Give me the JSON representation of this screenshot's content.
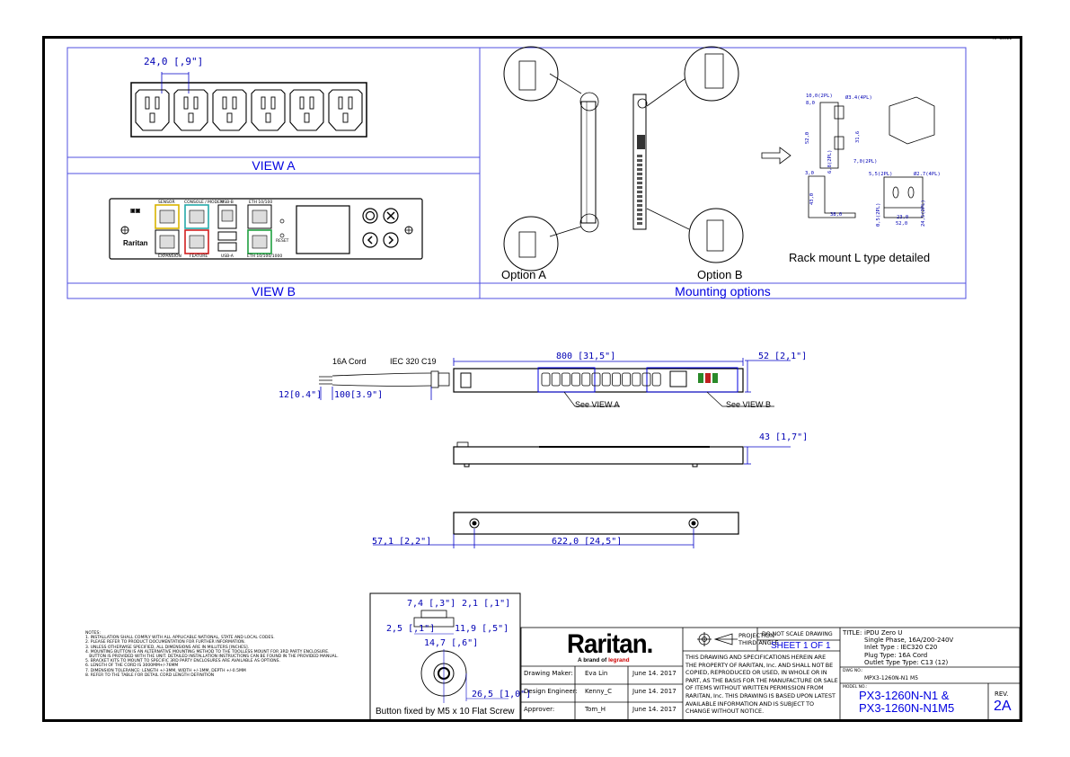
{
  "sheet_ref": "AP-88022",
  "views": {
    "a": {
      "title": "VIEW A",
      "dimension": "24,0 [,9\"]"
    },
    "b": {
      "title": "VIEW B",
      "panel": {
        "brand": "Raritan",
        "ports": [
          "SENSOR",
          "CONSOLE / MODEM",
          "USB-B",
          "ETH 10/100",
          "EXPANSION",
          "FEATURE",
          "USB-A",
          "ETH 10/100/1000"
        ],
        "reset_label": "RESET"
      }
    },
    "mounting": {
      "title": "Mounting options",
      "option_a": "Option A",
      "option_b": "Option B",
      "rack_mount": "Rack mount L type detailed",
      "bracket_dims": [
        "10,0(2PL)",
        "8,0",
        "Ø3.4(4PL)",
        "52,0",
        "31,6",
        "6,8(2PL)",
        "7,0(2PL)",
        "3,0",
        "43,0",
        "38,0",
        "5,5(2PL)",
        "Ø2.7(4PL)",
        "0,5(2PL)",
        "23,0",
        "24,5(2PL)",
        "52,0"
      ]
    }
  },
  "side_view": {
    "cord_label": "16A Cord",
    "plug_label": "IEC 320 C19",
    "dim_length": "800 [31,5\"]",
    "dim_width": "52 [2,1\"]",
    "dim_strip1": "12[0.4\"]",
    "dim_strip2": "100[3.9\"]",
    "see_view_a": "See VIEW A",
    "see_view_b": "See VIEW B"
  },
  "top_view": {
    "dim_depth": "43 [1,7\"]"
  },
  "back_view": {
    "dim_offset": "57,1 [2,2\"]",
    "dim_spacing": "622,0 [24,5\"]"
  },
  "button_detail": {
    "dims": [
      "7,4 [,3\"]",
      "2,1 [,1\"]",
      "2,5 [,1\"]",
      "11,9 [,5\"]",
      "14,7 [,6\"]",
      "26,5 [1,0\"]"
    ],
    "caption": "Button fixed by M5 x 10 Flat Screw"
  },
  "notes": {
    "heading": "NOTES:",
    "items": [
      "1. INSTALLATION SHALL COMPLY WITH ALL APPLICABLE NATIONAL, STATE AND LOCAL CODES.",
      "2. PLEASE REFER TO PRODUCT DOCUMENTATION FOR FURTHER INFORMATION.",
      "3. UNLESS OTHERWISE SPECIFIED, ALL DIMENSIONS ARE IN MILLITERS [INCHES].",
      "4. MOUNTING BUTTON IS AN ALTERNATIVE MOUNTING METHOD TO THE TOOLLESS MOUNT FOR 3RD PARTY ENCLOSURE.",
      "   BUTTON IS PROVIDED WITH THE UNIT. DETAILED INSTALLATION INSTRUCTIONS CAN BE FOUND IN THE PROVIDED MANUAL.",
      "5. BRACKET KITS TO MOUNT TO SPECIFIC 3RD PARTY ENCLOSURES ARE AVAILABLE AS OPTIONS.",
      "6. LENGTH OF THE CORD IS 3000MM+/-76MM",
      "7. DIMENSION TOLERANCE: LENGTH +/-3MM, WIDTH +/-1MM, DEPTH +/-0.5MM",
      "8. REFER TO THE TABLE FOR DETAIL CORD LENGTH DEFINITION"
    ]
  },
  "title_block": {
    "logo": "Raritan.",
    "logo_sub_prefix": "A brand of",
    "logo_sub_brand": "legrand",
    "rows": [
      {
        "role": "Drawing Maker:",
        "name": "Eva Lin",
        "date": "June 14. 2017"
      },
      {
        "role": "Design Engineer:",
        "name": "Kenny_C",
        "date": "June 14. 2017"
      },
      {
        "role": "Approver:",
        "name": "Tom_H",
        "date": "June 14. 2017"
      }
    ],
    "projection": "PROJECTION\nTHIRD ANGLE",
    "do_not_scale": "DO NOT SCALE DRAWING",
    "sheet": "SHEET 1 OF 1",
    "legal": "THIS DRAWING AND SPECIFICATIONS HEREIN ARE THE PROPERTY OF RARITAN, Inc. AND SHALL NOT BE COPIED, REPRODUCED OR USED, IN WHOLE OR IN PART, AS THE BASIS FOR THE MANUFACTURE OR SALE OF ITEMS WITHOUT WRITTEN PERMISSION FROM RARITAN, Inc. THIS DRAWING IS BASED UPON LATEST AVAILABLE INFORMATION AND IS SUBJECT TO CHANGE WITHOUT NOTICE.",
    "title_label": "TITLE:",
    "title_lines": [
      "iPDU Zero U",
      "Single Phase, 16A/200-240V",
      "Inlet Type : IEC320 C20",
      "Plug Type: 16A Cord",
      "Outlet Type Type: C13 (12)"
    ],
    "dwg_label": "DWG NO.:",
    "dwg_no": "MPX3-1260N-N1 M5",
    "model_label": "MODEL NO.:",
    "model_no": "PX3-1260N-N1 &\nPX3-1260N-N1M5",
    "rev_label": "REV.",
    "rev": "2A"
  }
}
